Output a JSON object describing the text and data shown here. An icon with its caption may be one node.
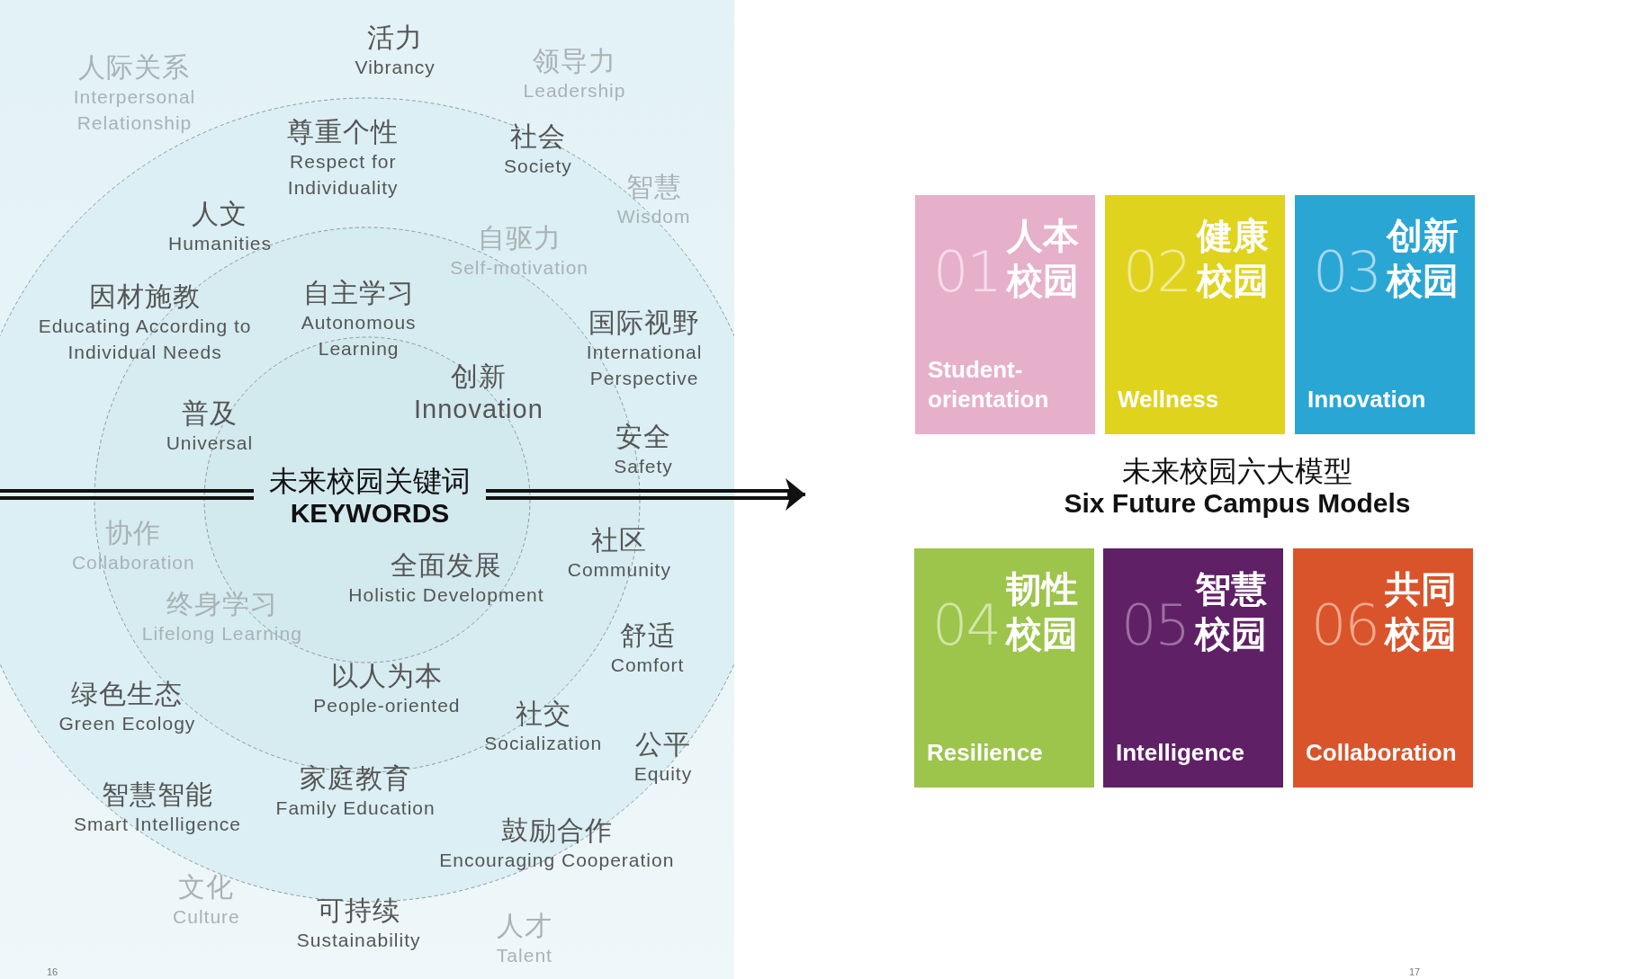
{
  "diagram": {
    "nodes": [
      {
        "text": [
          "未来校园关键词",
          "KEYWORDS"
        ]
      },
      {
        "text": [
          "未来校园六大模型",
          "Six Future Campus Models"
        ]
      },
      {
        "text": [
          "01",
          "人本校园",
          "Student-orientation"
        ],
        "in": 1
      },
      {
        "text": [
          "02",
          "健康校园",
          "Wellness"
        ],
        "in": 1
      },
      {
        "text": [
          "03",
          "创新校园",
          "Innovation"
        ],
        "in": 1
      },
      {
        "text": [
          "04",
          "韧性校园",
          "Resilience"
        ],
        "in": 1
      },
      {
        "text": [
          "05",
          "智慧校园",
          "Intelligence"
        ],
        "in": 1
      },
      {
        "text": [
          "06",
          "共同校园",
          "Collaboration"
        ],
        "in": 1
      }
    ],
    "edges": [
      {
        "from": null,
        "to": 0,
        "arrow": "none"
      },
      {
        "from": 0,
        "to": 1,
        "arrow": "to"
      }
    ],
    "labels": [
      "人际关系",
      "Interpersonal Relationship",
      "活力",
      "Vibrancy",
      "领导力",
      "Leadership",
      "尊重个性",
      "Respect for Individuality",
      "社会",
      "Society",
      "智慧",
      "Wisdom",
      "人文",
      "Humanities",
      "自驱力",
      "Self-motivation",
      "因材施教",
      "Educating According to Individual Needs",
      "自主学习",
      "Autonomous Learning",
      "国际视野",
      "International Perspective",
      "创新",
      "Innovation",
      "普及",
      "Universal",
      "安全",
      "Safety",
      "协作",
      "Collaboration",
      "社区",
      "Community",
      "全面发展",
      "Holistic Development",
      "终身学习",
      "Lifelong Learning",
      "舒适",
      "Comfort",
      "以人为本",
      "People-oriented",
      "绿色生态",
      "Green Ecology",
      "社交",
      "Socialization",
      "公平",
      "Equity",
      "家庭教育",
      "Family Education",
      "智慧智能",
      "Smart Intelligence",
      "鼓励合作",
      "Encouraging Cooperation",
      "文化",
      "Culture",
      "可持续",
      "Sustainability",
      "人才",
      "Talent",
      "16",
      "17"
    ]
  }
}
